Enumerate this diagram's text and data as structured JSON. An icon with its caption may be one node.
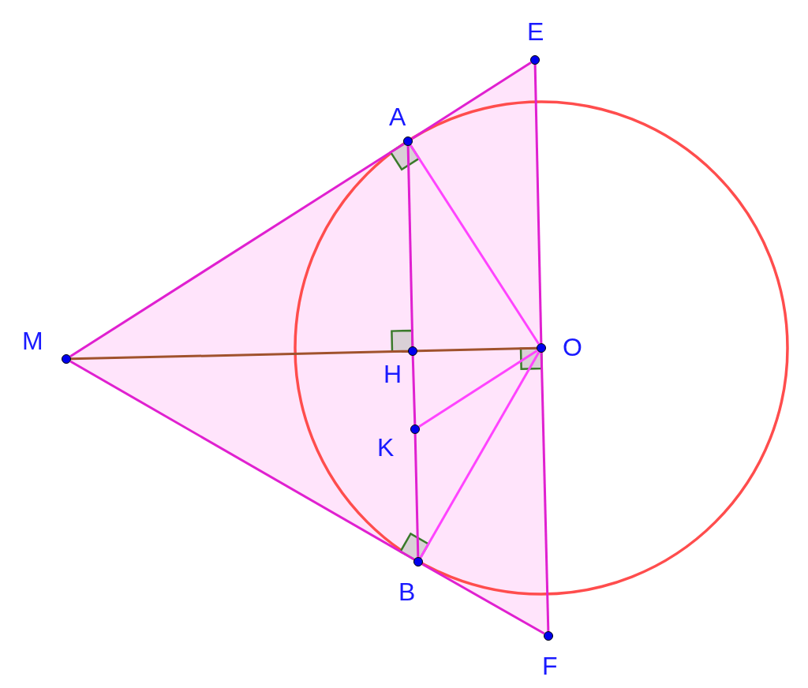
{
  "diagram": {
    "nodes": [
      {
        "text": [],
        "shape": "circle",
        "beside": [
          "E"
        ]
      },
      {
        "text": [],
        "shape": "circle",
        "beside": [
          "A"
        ]
      },
      {
        "text": [],
        "shape": "circle",
        "beside": [
          "M"
        ]
      },
      {
        "text": [],
        "shape": "circle",
        "beside": [
          "H"
        ]
      },
      {
        "text": [],
        "shape": "circle",
        "beside": [
          "O"
        ]
      },
      {
        "text": [],
        "shape": "circle",
        "beside": [
          "K"
        ]
      },
      {
        "text": [],
        "shape": "circle",
        "beside": [
          "B"
        ]
      },
      {
        "text": [],
        "shape": "circle",
        "beside": [
          "F"
        ]
      }
    ],
    "edges": [
      {
        "from": 2,
        "to": 1,
        "arrow": "none"
      },
      {
        "from": 1,
        "to": 0,
        "arrow": "none"
      },
      {
        "from": 2,
        "to": 6,
        "arrow": "none"
      },
      {
        "from": 6,
        "to": 7,
        "arrow": "none"
      },
      {
        "from": 0,
        "to": 4,
        "arrow": "none"
      },
      {
        "from": 4,
        "to": 7,
        "arrow": "none"
      },
      {
        "from": 1,
        "to": 3,
        "arrow": "none"
      },
      {
        "from": 3,
        "to": 5,
        "arrow": "none"
      },
      {
        "from": 5,
        "to": 6,
        "arrow": "none"
      },
      {
        "from": 2,
        "to": 3,
        "arrow": "none",
        "color": "#a0522d"
      },
      {
        "from": 3,
        "to": 4,
        "arrow": "none",
        "color": "#a0522d"
      },
      {
        "from": 1,
        "to": 4,
        "arrow": "none",
        "color": "#ff44ff"
      },
      {
        "from": 5,
        "to": 4,
        "arrow": "none",
        "color": "#ff44ff"
      },
      {
        "from": 6,
        "to": 4,
        "arrow": "none",
        "color": "#ff44ff"
      }
    ]
  }
}
